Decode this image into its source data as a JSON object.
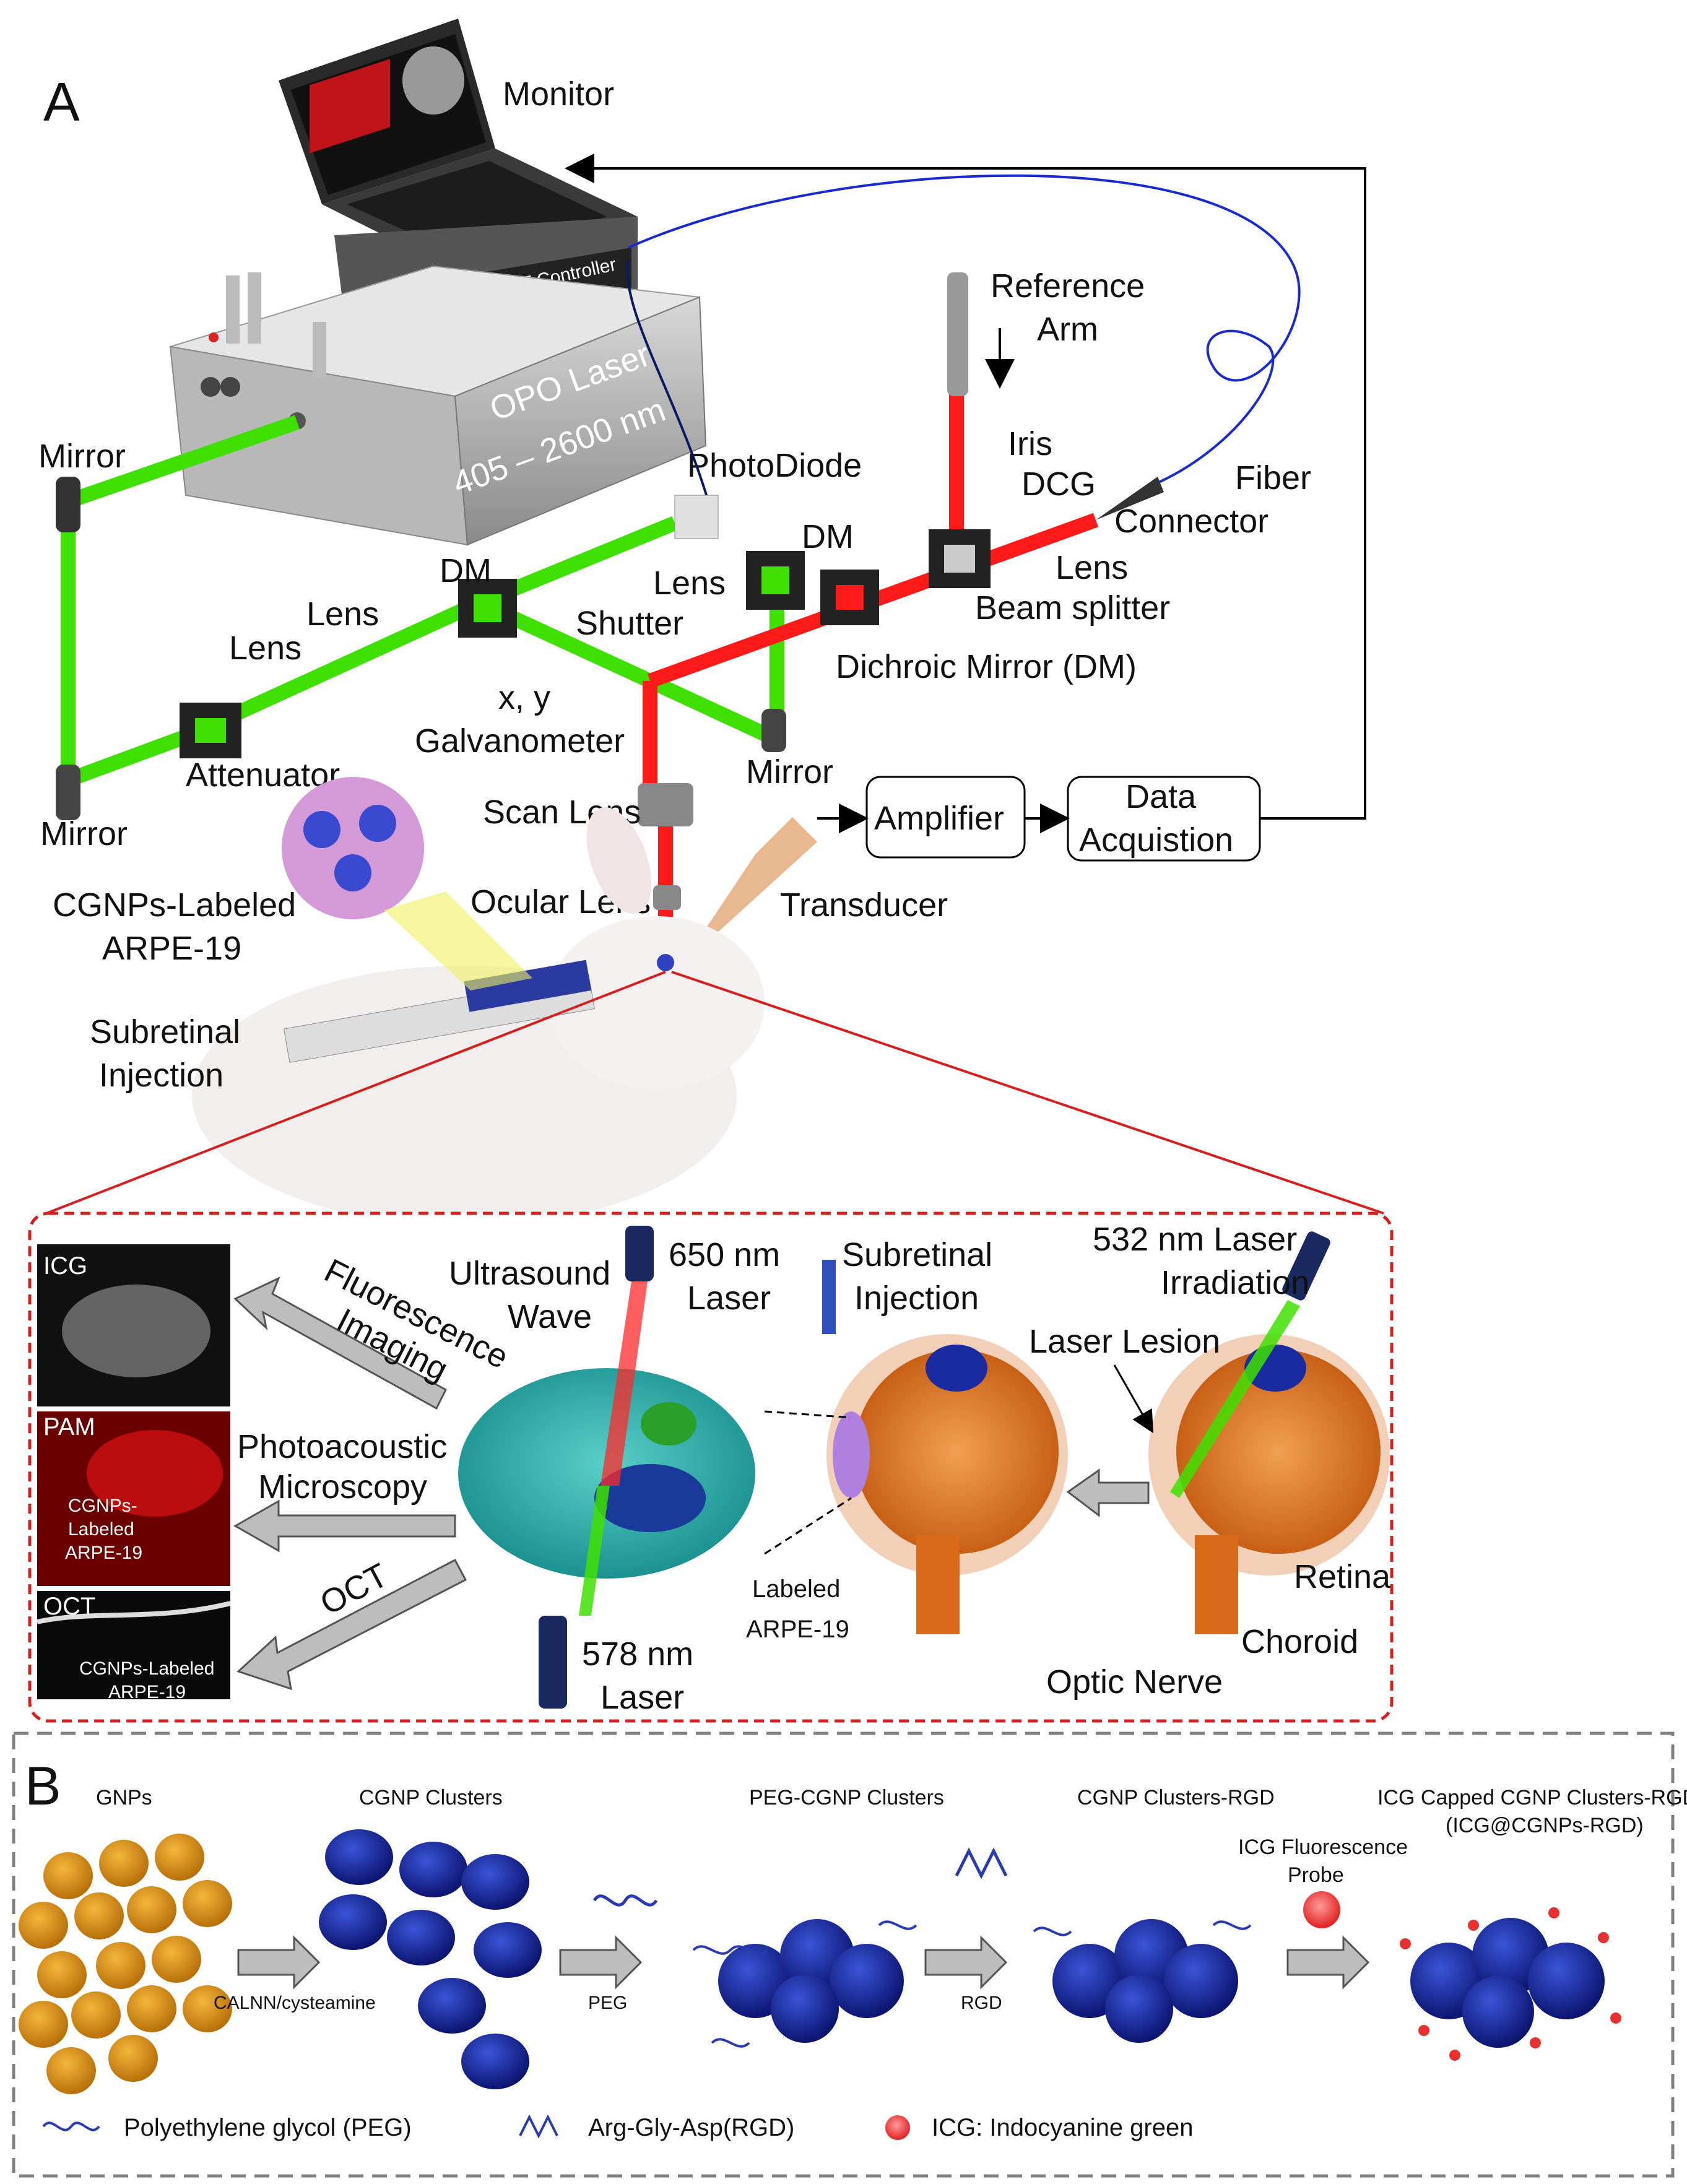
{
  "panel_a": {
    "letter": "A",
    "labels": {
      "monitor": "Monitor",
      "oct_controller": "OCT Controller",
      "opo_laser_line1": "OPO Laser",
      "opo_laser_line2": "405 – 2600 nm",
      "mirror_top": "Mirror",
      "mirror_bottom_left": "Mirror",
      "mirror_right": "Mirror",
      "attenuator": "Attenuator",
      "lens_1": "Lens",
      "lens_2": "Lens",
      "lens_3": "Lens",
      "lens_4": "Lens",
      "dm_1": "DM",
      "dm_2": "DM",
      "shutter": "Shutter",
      "galvo_line1": "x, y",
      "galvo_line2": "Galvanometer",
      "photodiode": "PhotoDiode",
      "reference_arm_line1": "Reference",
      "reference_arm_line2": "Arm",
      "iris": "Iris",
      "dcg": "DCG",
      "fiber": "Fiber",
      "connector": "Connector",
      "beam_splitter": "Beam splitter",
      "dichroic_mirror": "Dichroic Mirror (DM)",
      "amplifier": "Amplifier",
      "data_acq_line1": "Data",
      "data_acq_line2": "Acquistion",
      "scan_lens": "Scan Lens",
      "ocular_lens": "Ocular Lens",
      "transducer": "Transducer",
      "cgnps_line1": "CGNPs-Labeled",
      "cgnps_line2": "ARPE-19",
      "subretinal_line1": "Subretinal",
      "subretinal_line2": "Injection"
    },
    "inset": {
      "icg": "ICG",
      "pam": "PAM",
      "pam_note_line1": "CGNPs-",
      "pam_note_line2": "Labeled",
      "pam_note_line3": "ARPE-19",
      "oct": "OCT",
      "oct_note_line1": "CGNPs-Labeled",
      "oct_note_line2": "ARPE-19",
      "fluor_line1": "Fluorescence",
      "fluor_line2": "Imaging",
      "photo_line1": "Photoacoustic",
      "photo_line2": "Microscopy",
      "oct_arrow": "OCT",
      "ultrasound_line1": "Ultrasound",
      "ultrasound_line2": "Wave",
      "laser650_line1": "650 nm",
      "laser650_line2": "Laser",
      "laser578_line1": "578 nm",
      "laser578_line2": "Laser",
      "subretinal_line1": "Subretinal",
      "subretinal_line2": "Injection",
      "labeled_line1": "Labeled",
      "labeled_line2": "ARPE-19",
      "laser532_line1": "532 nm Laser",
      "laser532_line2": "Irradiation",
      "laser_lesion": "Laser Lesion",
      "retina": "Retina",
      "choroid": "Choroid",
      "optic_nerve": "Optic Nerve"
    }
  },
  "panel_b": {
    "letter": "B",
    "stages": [
      "GNPs",
      "CGNP Clusters",
      "PEG-CGNP Clusters",
      "CGNP Clusters-RGD"
    ],
    "final_line1": "ICG Capped CGNP Clusters-RGD",
    "final_line2": "(ICG@CGNPs-RGD)",
    "probe_line1": "ICG Fluorescence",
    "probe_line2": "Probe",
    "arrows": [
      "CALNN/cysteamine",
      "PEG",
      "RGD"
    ],
    "legend": [
      "Polyethylene glycol (PEG)",
      "Arg-Gly-Asp(RGD)",
      "ICG: Indocyanine green"
    ]
  },
  "colors": {
    "green_beam": "#3fe000",
    "red_beam": "#ff1a1a",
    "gold": "#d98a0c",
    "navy": "#1a2aa0",
    "dash_red": "#d62020",
    "dash_gray": "#808080"
  }
}
